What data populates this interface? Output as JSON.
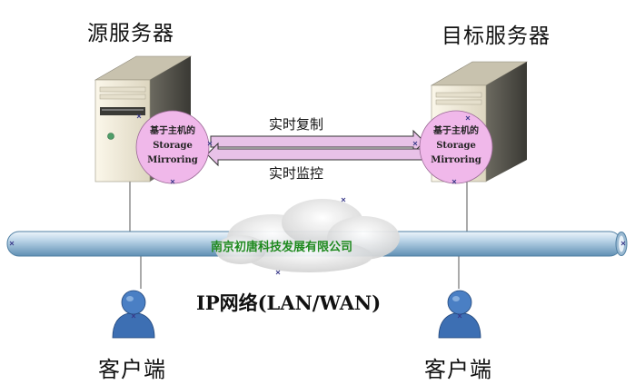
{
  "diagram": {
    "source_server": {
      "title": "源服务器"
    },
    "target_server": {
      "title": "目标服务器"
    },
    "mirroring_badge": {
      "line1": "基于主机的",
      "line2": "Storage",
      "line3": "Mirroring"
    },
    "flows": {
      "replication": "实时复制",
      "monitoring": "实时监控"
    },
    "network": {
      "label": "IP网络(LAN/WAN)",
      "company": "南京初唐科技发展有限公司"
    },
    "clients": {
      "left": "客户端",
      "right": "客户端"
    },
    "colors": {
      "pipe": "#a9c7dd",
      "pipe_edge": "#4f7fa3",
      "badge": "#f0b8ea",
      "arrow": "#e8c2e8",
      "client": "#3d6fb3",
      "company_text": "#1f8a1f"
    }
  }
}
